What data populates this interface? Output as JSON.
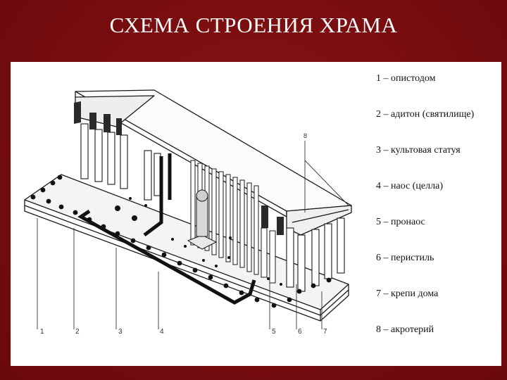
{
  "slide": {
    "title": "СХЕМА СТРОЕНИЯ ХРАМА"
  },
  "legend": [
    "1 – опистодом",
    "2 – адитон (святилище)",
    "3 – культовая статуя",
    "4 – наос (целла)",
    "5 – пронаос",
    "6 – перистиль",
    "7 – крепи дома",
    "8 – акротерий"
  ],
  "diagram": {
    "callout_numbers": [
      "1",
      "2",
      "3",
      "4",
      "5",
      "6",
      "7",
      "8"
    ]
  }
}
